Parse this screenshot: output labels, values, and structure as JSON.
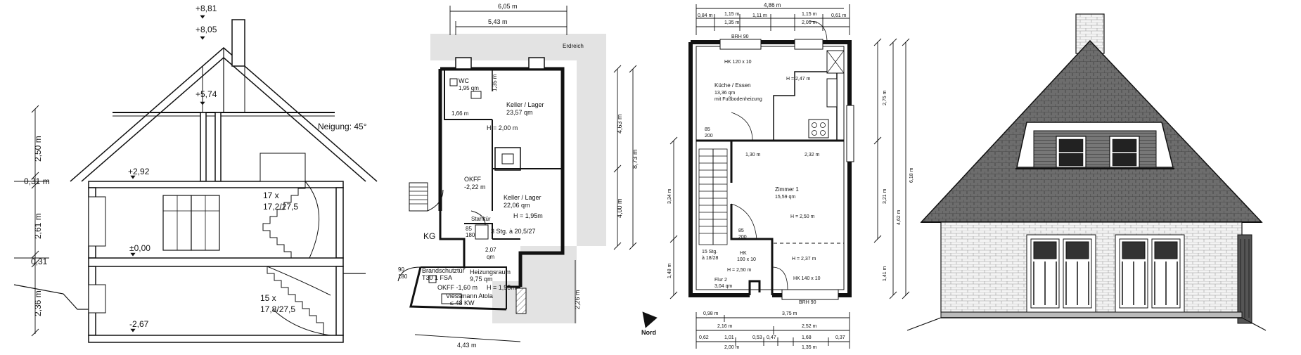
{
  "section": {
    "levels": [
      "+8,81",
      "+8,05",
      "+5,74",
      "+2,92",
      "±0,00",
      "-2,67"
    ],
    "vertical_dims": [
      "2,50 m",
      "0,31 m",
      "2,61 m",
      "0,31",
      "2,36 m"
    ],
    "roof_pitch": "Neigung: 45°",
    "stairs_upper": [
      "17 x",
      "17,2/27,5"
    ],
    "stairs_lower": [
      "15 x",
      "17,8/27,5"
    ]
  },
  "basement": {
    "dims_top": [
      "6,05 m",
      "5,43 m"
    ],
    "dims_right": [
      "4,63 m",
      "8,73 m",
      "4,00 m",
      "2,26 m"
    ],
    "dim_bottom": "4,43 m",
    "erdreich": "Erdreich",
    "wc": {
      "name": "WC",
      "area": "1,95 qm"
    },
    "dim_135": "1,35 m",
    "dim_166": "1,66 m",
    "keller1": {
      "name": "Keller / Lager",
      "area": "23,57 qm",
      "height": "H = 2,00 m"
    },
    "okff": [
      "OKFF",
      "-2,22 m"
    ],
    "keller2": {
      "name": "Keller / Lager",
      "area": "22,06 qm",
      "height": "H = 1,95m"
    },
    "stahltuer": "Stahltür",
    "door_85_180": [
      "85",
      "180"
    ],
    "stairs": "3 Stg. à 20,5/27",
    "kg": "KG",
    "small_room": [
      "2,07",
      "qm"
    ],
    "door_90_180": [
      "90",
      "180"
    ],
    "brandschutz": [
      "Brandschutztür",
      "T30 1 FSA"
    ],
    "heizung": {
      "name": "Heizungsraum",
      "area": "9,75 qm",
      "okff": "OKFF -1,60 m",
      "height": "H = 1,95m"
    },
    "boiler": [
      "Viessmann Atola",
      "≤ 48 KW"
    ]
  },
  "ground": {
    "dims_top": [
      "4,86 m",
      "0,84 m",
      "1,15 m",
      "1,35 m",
      "1,11 m",
      "1,15 m",
      "2,00 m",
      "0,61 m"
    ],
    "brh_top": "BRH 90",
    "hk_top": "HK 120 x 10",
    "kitchen": {
      "name": "Küche / Essen",
      "area": "13,36 qm",
      "note": "mit Fußbodenheizung",
      "height": "H = 2,47 m"
    },
    "door_85_200_a": [
      "85",
      "200"
    ],
    "door_85_200_b": [
      "85",
      "200"
    ],
    "dim_130": "1,30 m",
    "dim_232": "2,32 m",
    "zimmer": {
      "name": "Zimmer 1",
      "area": "15,59 qm",
      "height": "H = 2,50 m",
      "height2": "H = 2,37 m"
    },
    "stairs": [
      "15 Stg.",
      "à 18/28"
    ],
    "hk_side": [
      "HK",
      "100 x 10"
    ],
    "h_250": "H = 2,50 m",
    "flur": {
      "name": "Flur 2",
      "area": "3,04 qm"
    },
    "hk_bottom": "HK 140 x 10",
    "brh_bottom": "BRH 90",
    "dims_left": [
      "3,34 m",
      "1,48 m"
    ],
    "dims_right": [
      "2,75 m",
      "3,21 m",
      "4,62 m",
      "1,41 m",
      "6,18 m"
    ],
    "dims_bottom_row1": [
      "0,98 m",
      "3,75 m"
    ],
    "dims_bottom_row2": [
      "2,16 m",
      "2,52 m"
    ],
    "dims_bottom_row3": [
      "0,62",
      "1,01",
      "0,53",
      "0,47",
      "1,68",
      "0,37"
    ],
    "dims_bottom_row4": [
      "2,00 m",
      "1,35 m"
    ],
    "north": "Nord"
  },
  "colors": {
    "line": "#111111",
    "earth": "#e3e3e3",
    "roof": "#6b6b6b",
    "roof_dark": "#4f4f4f",
    "brick": "#f1f1f1"
  }
}
